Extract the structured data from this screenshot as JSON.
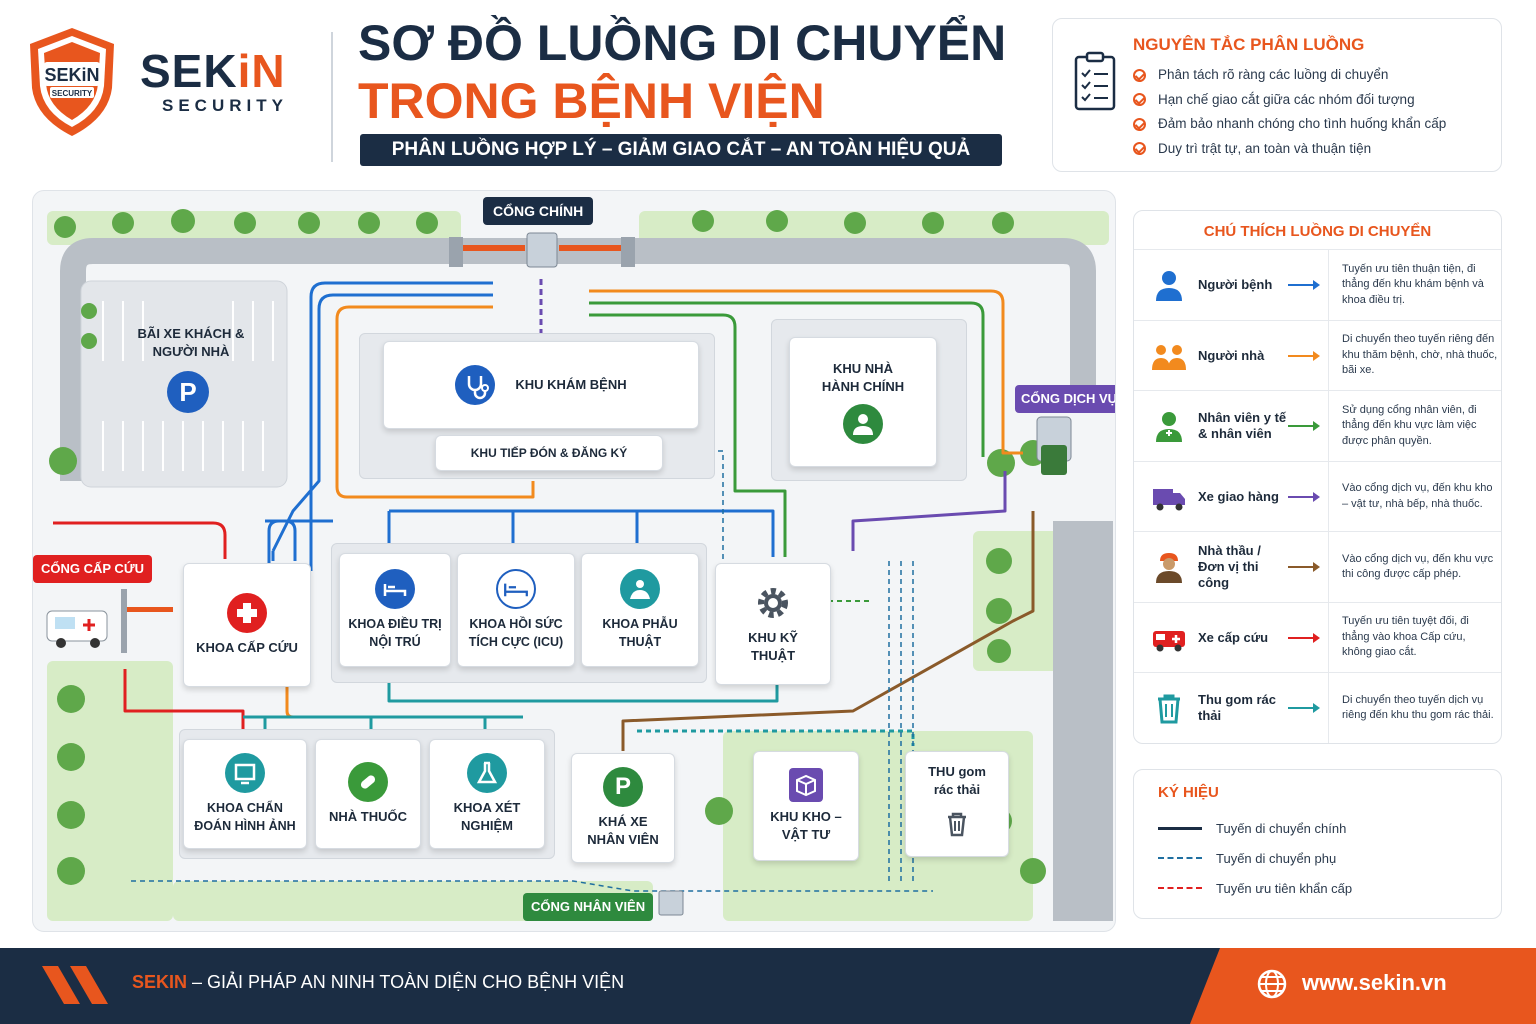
{
  "brand": {
    "logo_text": "SEKiN",
    "logo_sub": "SECURITY",
    "name_a": "SEK",
    "name_b": "iN",
    "name_sub": "SECURITY"
  },
  "title": {
    "line1": "SƠ ĐỒ LUỒNG DI CHUYỂN",
    "line2": "TRONG BỆNH VIỆN",
    "tagline": "PHÂN LUỒNG HỢP LÝ – GIẢM GIAO CẮT – AN TOÀN HIỆU QUẢ"
  },
  "principles": {
    "title": "NGUYÊN TẮC PHÂN LUỒNG",
    "items": [
      "Phân tách rõ ràng các luồng di chuyển",
      "Hạn chế giao cắt giữa các nhóm đối tượng",
      "Đảm bảo nhanh chóng cho tình huống khẩn cấp",
      "Duy trì trật tự, an toàn và thuận tiện"
    ]
  },
  "legend": {
    "title": "CHÚ THÍCH LUỒNG DI CHUYỂN",
    "rows": [
      {
        "name": "Người bệnh",
        "desc": "Tuyến ưu tiên thuận tiện, đi thẳng đến khu khám bệnh và khoa điều trị.",
        "color": "#1f6fd0",
        "icon": "patient-icon"
      },
      {
        "name": "Người nhà",
        "desc": "Di chuyển theo tuyến riêng đến khu thăm bệnh, chờ, nhà thuốc, bãi xe.",
        "color": "#f28a1e",
        "icon": "family-icon"
      },
      {
        "name": "Nhân viên y tế & nhân viên",
        "desc": "Sử dụng cổng nhân viên, đi thẳng đến khu vực làm việc được phân quyền.",
        "color": "#3a9a3a",
        "icon": "staff-icon"
      },
      {
        "name": "Xe giao hàng",
        "desc": "Vào cổng dịch vụ, đến khu kho – vật tư, nhà bếp, nhà thuốc.",
        "color": "#6a4bb0",
        "icon": "truck-icon"
      },
      {
        "name": "Nhà thầu / Đơn vị thi công",
        "desc": "Vào cổng dịch vụ, đến khu vực thi công được cấp phép.",
        "color": "#8a5a2a",
        "icon": "contractor-icon"
      },
      {
        "name": "Xe cấp cứu",
        "desc": "Tuyến ưu tiên tuyệt đối, đi thẳng vào khoa Cấp cứu, không giao cắt.",
        "color": "#e02020",
        "icon": "ambulance-icon"
      },
      {
        "name": "Thu gom rác thải",
        "desc": "Di chuyển theo tuyến dịch vụ riêng đến khu thu gom rác thải.",
        "color": "#1f9aa0",
        "icon": "trash-icon"
      }
    ]
  },
  "symbols": {
    "title": "KÝ HIỆU",
    "items": [
      {
        "label": "Tuyến di chuyển chính",
        "style": "solid"
      },
      {
        "label": "Tuyến di chuyển phụ",
        "style": "dashed"
      },
      {
        "label": "Tuyến ưu tiên khẩn cấp",
        "style": "emergency"
      }
    ]
  },
  "map": {
    "gates": {
      "main": "CỔNG CHÍNH",
      "service": "CỔNG DỊCH VỤ",
      "emergency": "CỔNG CẤP CỨU",
      "staff": "CỔNG NHÂN VIÊN"
    },
    "buildings": {
      "parking": "BÃI XE KHÁCH & NGƯỜI NHÀ",
      "parking_symbol": "P",
      "exam": "KHU KHÁM BỆNH",
      "reception": "KHU TIẾP ĐÓN & ĐĂNG KÝ",
      "admin": "KHU NHÀ HÀNH CHÍNH",
      "emergency": "KHOA CẤP CỨU",
      "inpatient": "KHOA ĐIỀU TRỊ NỘI TRÚ",
      "icu": "KHOA HỒI SỨC TÍCH CỰC (ICU)",
      "surgery": "KHOA PHẪU THUẬT",
      "technical": "KHU KỸ THUẬT",
      "imaging": "KHOA CHẨN ĐOÁN HÌNH ẢNH",
      "pharmacy": "NHÀ THUỐC",
      "lab": "KHOA XÉT NGHIỆM",
      "staff_parking": "KHÁ XE NHÂN VIÊN",
      "staff_parking_symbol": "P",
      "warehouse": "KHU KHO – VẬT TƯ",
      "waste": "THU gom rác thải"
    }
  },
  "footer": {
    "brand": "SEKIN",
    "text": " – GIẢI PHÁP AN NINH TOÀN DIỆN CHO BỆNH VIỆN",
    "url": "www.sekin.vn"
  }
}
